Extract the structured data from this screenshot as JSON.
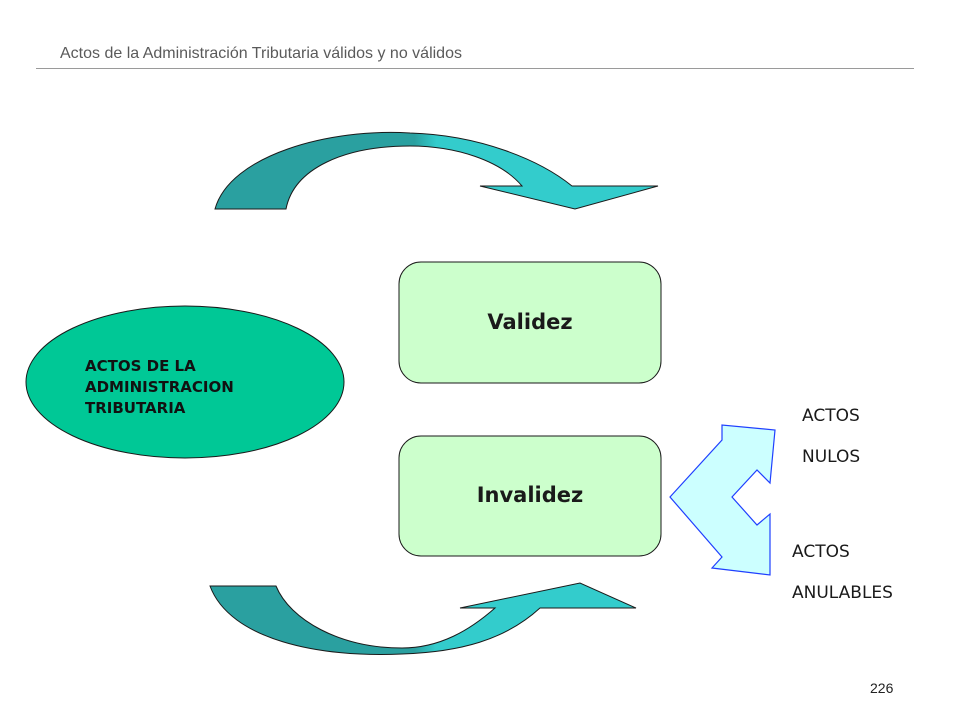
{
  "slide": {
    "title": "Actos de la Administración Tributaria válidos y no válidos",
    "page_number": "226"
  },
  "diagram": {
    "ellipse": {
      "lines": [
        "ACTOS DE LA",
        "ADMINISTRACION",
        "TRIBUTARIA"
      ]
    },
    "boxes": {
      "validez": "Validez",
      "invalidez": "Invalidez"
    },
    "outcomes": {
      "nulos": [
        "ACTOS",
        "NULOS"
      ],
      "anulables": [
        "ACTOS",
        "ANULABLES"
      ]
    }
  },
  "colors": {
    "ellipse_fill": "#00c896",
    "box_fill": "#ccffcc",
    "arrow_dark": "#2aa0a0",
    "arrow_light": "#33cccc",
    "split_arrow_fill": "#ccffff",
    "split_arrow_stroke": "#1f3fff"
  }
}
